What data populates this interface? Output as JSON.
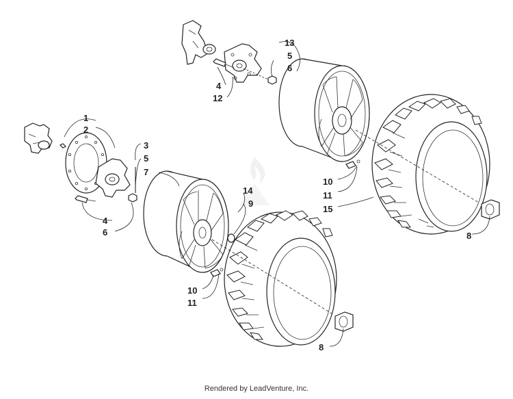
{
  "callouts": {
    "c1": "1",
    "c2": "2",
    "c3": "3",
    "c5a": "5",
    "c7": "7",
    "c4a": "4",
    "c6a": "6",
    "c13": "13",
    "c5b": "5",
    "c6b": "6",
    "c4b": "4",
    "c12": "12",
    "c14": "14",
    "c9": "9",
    "c10a": "10",
    "c11a": "11",
    "c15": "15",
    "c8a": "8",
    "c10b": "10",
    "c11b": "11",
    "c8b": "8"
  },
  "footer": {
    "text": "Rendered by LeadVenture, Inc."
  }
}
